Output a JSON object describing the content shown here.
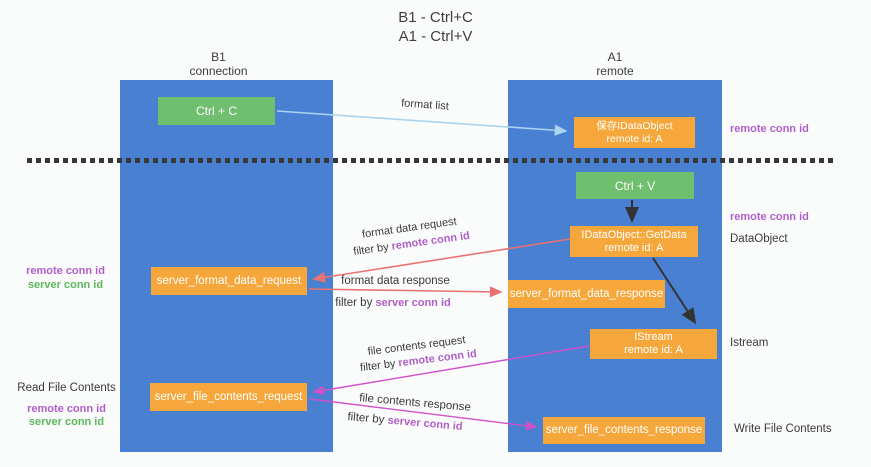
{
  "title": {
    "line1": "B1 - Ctrl+C",
    "line2": "A1 - Ctrl+V"
  },
  "columns": {
    "left": {
      "name": "B1",
      "subtitle": "connection"
    },
    "right": {
      "name": "A1",
      "subtitle": "remote"
    }
  },
  "boxes": {
    "ctrl_c": "Ctrl + C",
    "ctrl_v": "Ctrl + V",
    "save_idataobject": {
      "line1": "保存IDataObject",
      "line2": "remote id: A"
    },
    "getdata": {
      "line1": "IDataObject::GetData",
      "line2": "remote id: A"
    },
    "istream": {
      "line1": "IStream",
      "line2": "remote id: A"
    },
    "server_format_data_request": "server_format_data_request",
    "server_format_data_response": "server_format_data_response",
    "server_file_contents_request": "server_file_contents_request",
    "server_file_contents_response": "server_file_contents_response"
  },
  "annotations": {
    "format_list": "format list",
    "format_data_request": "format data request",
    "format_data_response": "format data response",
    "file_contents_request": "file contents request",
    "file_contents_response": "file contents response",
    "filter_by": "filter by",
    "remote_conn_id": "remote conn id",
    "server_conn_id": "server conn id",
    "dataobject": "DataObject",
    "istream": "Istream",
    "read_file_contents": "Read File Contents",
    "write_file_contents": "Write File Contents"
  },
  "colors": {
    "background": "#fafbfb",
    "column_blue": "#4a80d2",
    "box_green": "#6fbf6e",
    "box_orange": "#f6a73c",
    "purple_text": "#b05fc8",
    "green_text": "#5cb85c",
    "salmon_arrow": "#e87272",
    "magenta_arrow": "#d050cc",
    "lightblue_arrow": "#a9d3ee",
    "black_arrow": "#333333",
    "dashed_line": "#383838"
  }
}
